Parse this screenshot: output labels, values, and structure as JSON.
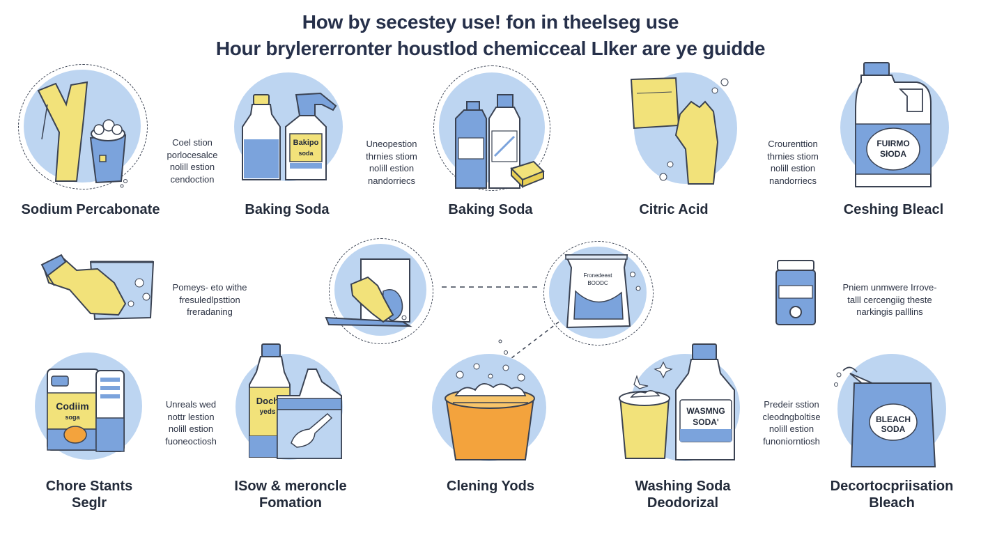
{
  "header": {
    "title_line1": "How by secestey use! fon in theelseg use",
    "title_line2": "Hour brylererronter houstlod chemicceal Llker are ye guidde"
  },
  "colors": {
    "circle_blue": "#bdd5f1",
    "liquid_blue": "#7ba3dc",
    "label_blue": "#aac6ee",
    "glove_yellow": "#f2e27a",
    "bucket_orange": "#f3a33d",
    "outline": "#3a4252"
  },
  "row1": {
    "item1": {
      "label": "Sodium Percabonate",
      "icon": "gloves-and-cup-icon",
      "desc": [
        "Coel stion",
        "porlocesalce",
        "nolill estion",
        "cendoction"
      ]
    },
    "item2": {
      "label": "Baking Soda",
      "icon": "bottle-and-spray-icon",
      "bottle_label": [
        "Bakipo",
        "soda"
      ],
      "desc": [
        "Uneopestion",
        "thrnies stiom",
        "nolill estion",
        "nandorriecs"
      ]
    },
    "item3": {
      "label": "Baking Soda",
      "icon": "bottles-and-sponge-icon",
      "desc": [
        "Crourenttion",
        "thrnies stiom",
        "nolill estion",
        "nandorriecs"
      ]
    },
    "item4": {
      "label": "Citric Acid",
      "icon": "glove-and-cloth-icon"
    },
    "item5": {
      "label": "Ceshing Bleacl",
      "icon": "bleach-jug-icon",
      "jug_label": [
        "FUIRMO",
        "SłODA"
      ]
    }
  },
  "row2": {
    "item1": {
      "icon": "hand-washing-bucket-icon",
      "desc": [
        "Pomeys- eto withe",
        "fresuledlpsttion",
        "freradaning"
      ]
    },
    "item2": {
      "icon": "glove-scrubbing-icon"
    },
    "item3": {
      "icon": "detergent-pouch-icon",
      "pouch_label": [
        "Fronedeeat",
        "BOODC"
      ]
    },
    "item4": {
      "icon": "small-canister-icon",
      "desc": [
        "Pniem unmwere Irrove-",
        "talll cercengiig theste",
        "narkingis palllins"
      ]
    }
  },
  "row3": {
    "item1": {
      "label": [
        "Chore Stants",
        "Seglr"
      ],
      "icon": "soda-box-icon",
      "box_label": [
        "Codiim",
        "soga"
      ],
      "desc": [
        "Unreals wed",
        "nottr lestion",
        "nolill estion",
        "fuoneoctiosh"
      ]
    },
    "item2": {
      "label": [
        "ISow & meroncle",
        "Fomation"
      ],
      "icon": "bottle-and-jug-icon",
      "bottle_label": [
        "Doch",
        "yeds"
      ],
      "desc": [
        "Predeir sstion",
        "cleodngboltise",
        "nolill estion",
        "funoniorntiosh"
      ]
    },
    "item3": {
      "label": [
        "Clening Yods"
      ],
      "icon": "foaming-bucket-icon"
    },
    "item4": {
      "label": [
        "Washing Soda",
        "Deodorizal"
      ],
      "icon": "washing-soda-bottle-icon",
      "bottle_label": [
        "WASMNG",
        "SODA'"
      ]
    },
    "item5": {
      "label": [
        "Decortocpriisation",
        "Bleach"
      ],
      "icon": "bleach-bag-icon",
      "bag_label": [
        "BLEACH",
        "SODA"
      ]
    }
  }
}
